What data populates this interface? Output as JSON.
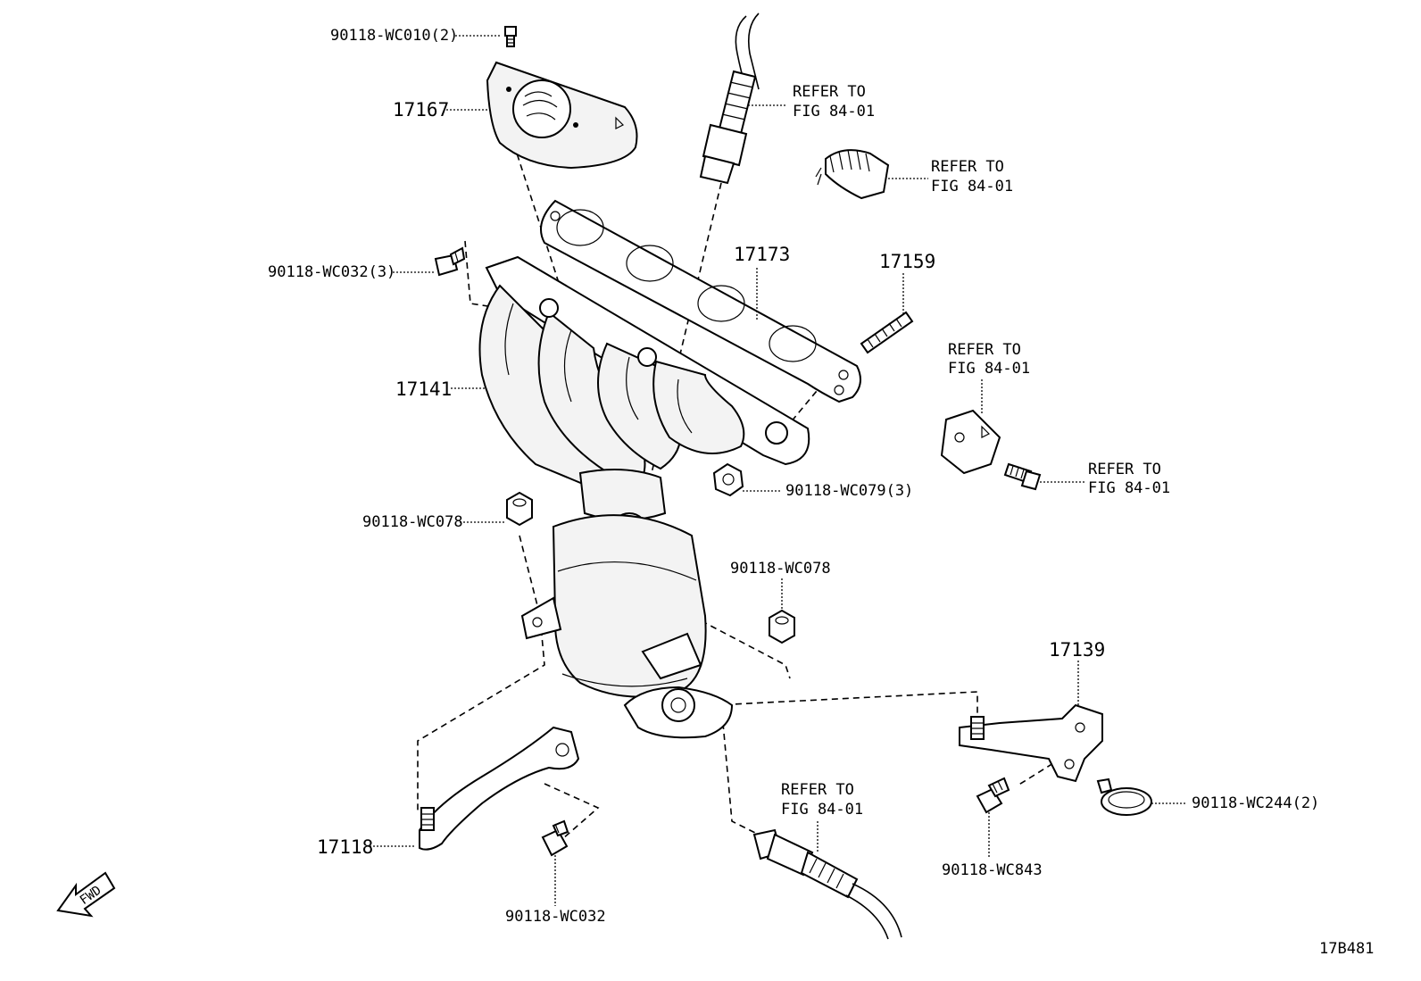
{
  "labels": {
    "bolt_top": "90118-WC010(2)",
    "heat_insulator": "17167",
    "sensor_upper_ref_1": "REFER TO",
    "sensor_upper_ref_2": "FIG 84-01",
    "clamp_ref_1": "REFER TO",
    "clamp_ref_2": "FIG 84-01",
    "gasket": "17173",
    "stud": "17159",
    "bolt_left": "90118-WC032(3)",
    "manifold": "17141",
    "bracket_ref_1": "REFER TO",
    "bracket_ref_2": "FIG 84-01",
    "bolt_right_ref_1": "REFER TO",
    "bolt_right_ref_2": "FIG 84-01",
    "nut_manifold": "90118-WC079(3)",
    "nut_left": "90118-WC078",
    "nut_right": "90118-WC078",
    "support_right": "17139",
    "clamp_right": "90118-WC244(2)",
    "bolt_right_lower": "90118-WC843",
    "sensor_lower_ref_1": "REFER TO",
    "sensor_lower_ref_2": "FIG 84-01",
    "support_left": "17118",
    "bolt_lower": "90118-WC032",
    "fwd": "FWD",
    "figure_code": "17B481"
  },
  "icons": {
    "fwd_arrow": "fwd-arrow-icon"
  }
}
